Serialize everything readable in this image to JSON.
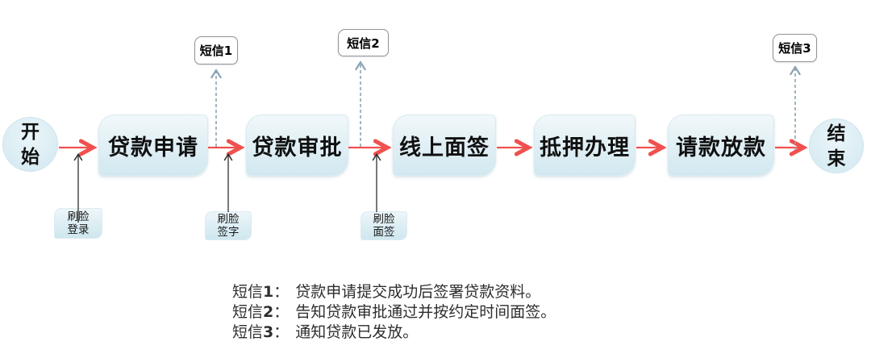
{
  "diagram": {
    "title": "loan-process-flowchart",
    "colors": {
      "flow_arrow": "#f0504e",
      "sms_arrow": "#8ba3b3",
      "face_arrow": "#2f2f2f",
      "node_fill_top": "#f1f8fa",
      "node_fill_bottom": "#d2e8f0",
      "sms_box_border": "#8f9499",
      "background": "#ffffff"
    },
    "nodes": {
      "start": {
        "label": "开始"
      },
      "steps": [
        {
          "label": "贷款申请"
        },
        {
          "label": "贷款审批"
        },
        {
          "label": "线上面签"
        },
        {
          "label": "抵押办理"
        },
        {
          "label": "请款放款"
        }
      ],
      "end": {
        "label": "结束"
      },
      "sms": [
        {
          "label": "短信1"
        },
        {
          "label": "短信2"
        },
        {
          "label": "短信3"
        }
      ],
      "face_actions": [
        {
          "label": "刷脸登录"
        },
        {
          "label": "刷脸签字"
        },
        {
          "label": "刷脸面签"
        }
      ]
    },
    "notes": [
      {
        "prefix": "短信",
        "num": "1",
        "colon": "：",
        "text": "贷款申请提交成功后签署贷款资料。"
      },
      {
        "prefix": "短信",
        "num": "2",
        "colon": "：",
        "text": "告知贷款审批通过并按约定时间面签。"
      },
      {
        "prefix": "短信",
        "num": "3",
        "colon": "：",
        "text": "通知贷款已发放。"
      }
    ]
  }
}
